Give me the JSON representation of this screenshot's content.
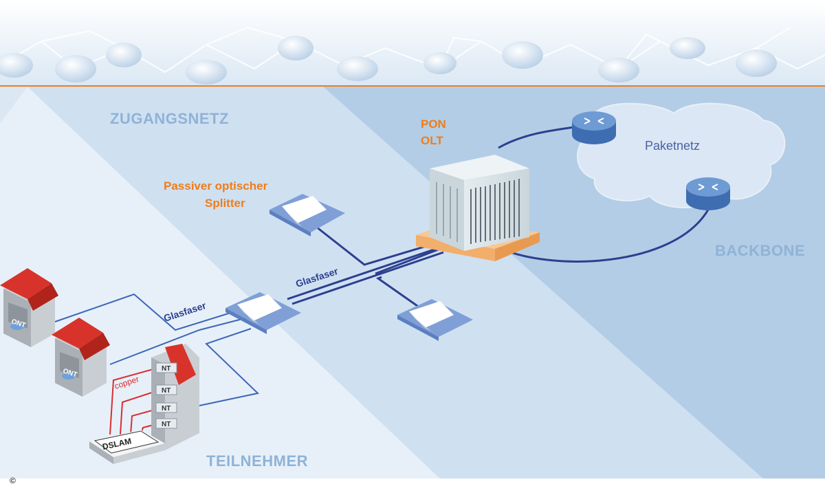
{
  "zones": {
    "access": "ZUGANGSNETZ",
    "backbone": "BACKBONE",
    "subscriber": "TEILNEHMER"
  },
  "olt": {
    "line1": "PON",
    "line2": "OLT"
  },
  "splitter": {
    "line1": "Passiver optischer",
    "line2": "Splitter"
  },
  "cloud": "Paketnetz",
  "fiber": {
    "label1": "Glasfaser",
    "label2": "Glasfaser"
  },
  "copper": "copper",
  "ont": [
    "ONT",
    "ONT"
  ],
  "dslam": "DSLAM",
  "nt": [
    "NT",
    "NT",
    "NT",
    "NT"
  ],
  "copyright": "©",
  "colors": {
    "zone_label": "#8fb3d6",
    "orange": "#ef7d1a",
    "fiber_line": "#2c3f8f",
    "thin_line": "#3c66b8",
    "copper_line": "#d62f2f",
    "roof": "#d8332a",
    "backbone_bg": "#b3cde6",
    "access_bg": "#cfe0f1",
    "subscriber_bg": "#e7f0f9",
    "router": "#4f7fc2"
  }
}
